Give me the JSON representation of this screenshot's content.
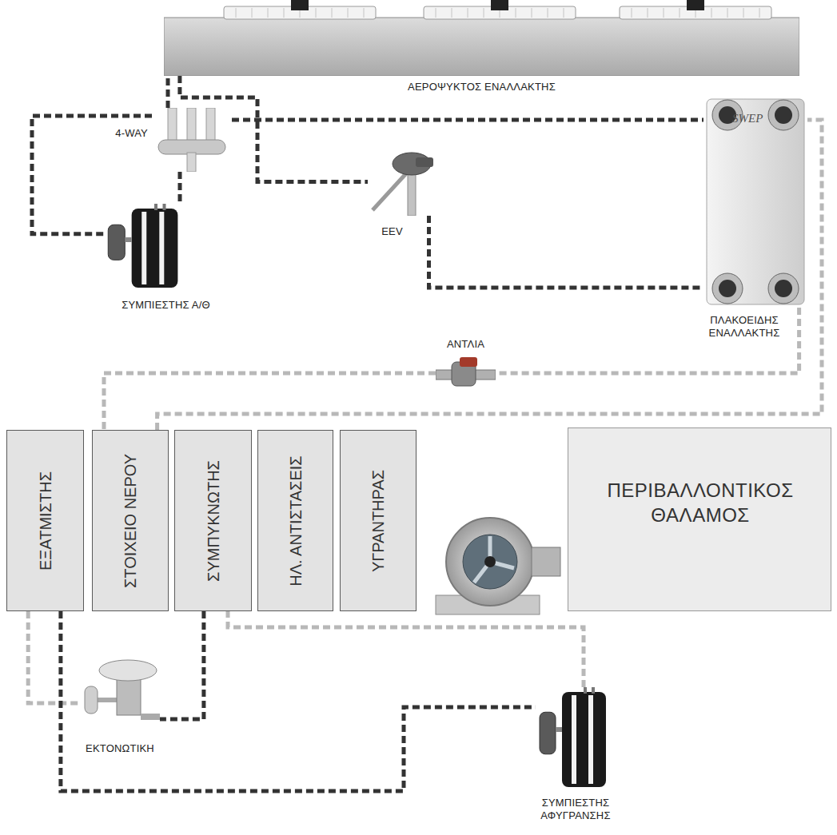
{
  "diagram": {
    "nodes": [
      {
        "text": [
          "ΑΕΡΟΨΥΚΤΟΣ ΕΝΑΛΛΑΚΤΗΣ"
        ]
      },
      {
        "text": [
          "4-WAY"
        ]
      },
      {
        "text": [
          "ΠΛΑΚΟΕΙΔΗΣ ΕΝΑΛΛΑΚΤΗΣ"
        ]
      },
      {
        "text": [
          "EEV"
        ]
      },
      {
        "text": [
          "ΣΥΜΠΙΕΣΤΗΣ Α/Θ"
        ]
      },
      {
        "text": [
          "ΑΝΤΛΙΑ"
        ]
      },
      {
        "text": [
          "ΕΞΑΤΜΙΣΤΗΣ"
        ]
      },
      {
        "text": [
          "ΣΤΟΙΧΕΙΟ ΝΕΡΟΥ"
        ]
      },
      {
        "text": [
          "ΣΥΜΠΥΚΝΩΤΗΣ"
        ]
      },
      {
        "text": [
          "ΗΛ. ΑΝΤΙΣΤΑΣΕΙΣ"
        ]
      },
      {
        "text": [
          "ΥΓΡΑΝΤΗΡΑΣ"
        ]
      },
      {
        "text": [
          "ΠΕΡΙΒΑΛΛΟΝΤΙΚΟΣ ΘΑΛΑΜΟΣ"
        ]
      },
      {
        "text": [
          "ΕΚΤΟΝΩΤΙΚΗ"
        ]
      },
      {
        "text": [
          "ΣΥΜΠΙΕΣΤΗΣ ΑΦΥΓΡΑΝΣΗΣ"
        ]
      }
    ],
    "edges": [
      {
        "from": 1,
        "to": 0,
        "arrow": "none"
      },
      {
        "from": 0,
        "to": 3,
        "arrow": "none"
      },
      {
        "from": 3,
        "to": 2,
        "arrow": "none"
      },
      {
        "from": 1,
        "to": 2,
        "arrow": "none"
      },
      {
        "from": 1,
        "to": 4,
        "arrow": "none"
      },
      {
        "from": 1,
        "to": 4,
        "arrow": "none"
      },
      {
        "from": 2,
        "to": 5,
        "arrow": "none"
      },
      {
        "from": 5,
        "to": 7,
        "arrow": "none"
      },
      {
        "from": 7,
        "to": 2,
        "arrow": "none"
      },
      {
        "from": 6,
        "to": 12,
        "arrow": "none"
      },
      {
        "from": 6,
        "to": 13,
        "arrow": "none"
      },
      {
        "from": 13,
        "to": 8,
        "arrow": "none"
      },
      {
        "from": 8,
        "to": 12,
        "arrow": "none"
      }
    ],
    "labels": [
      "SWEP"
    ]
  }
}
